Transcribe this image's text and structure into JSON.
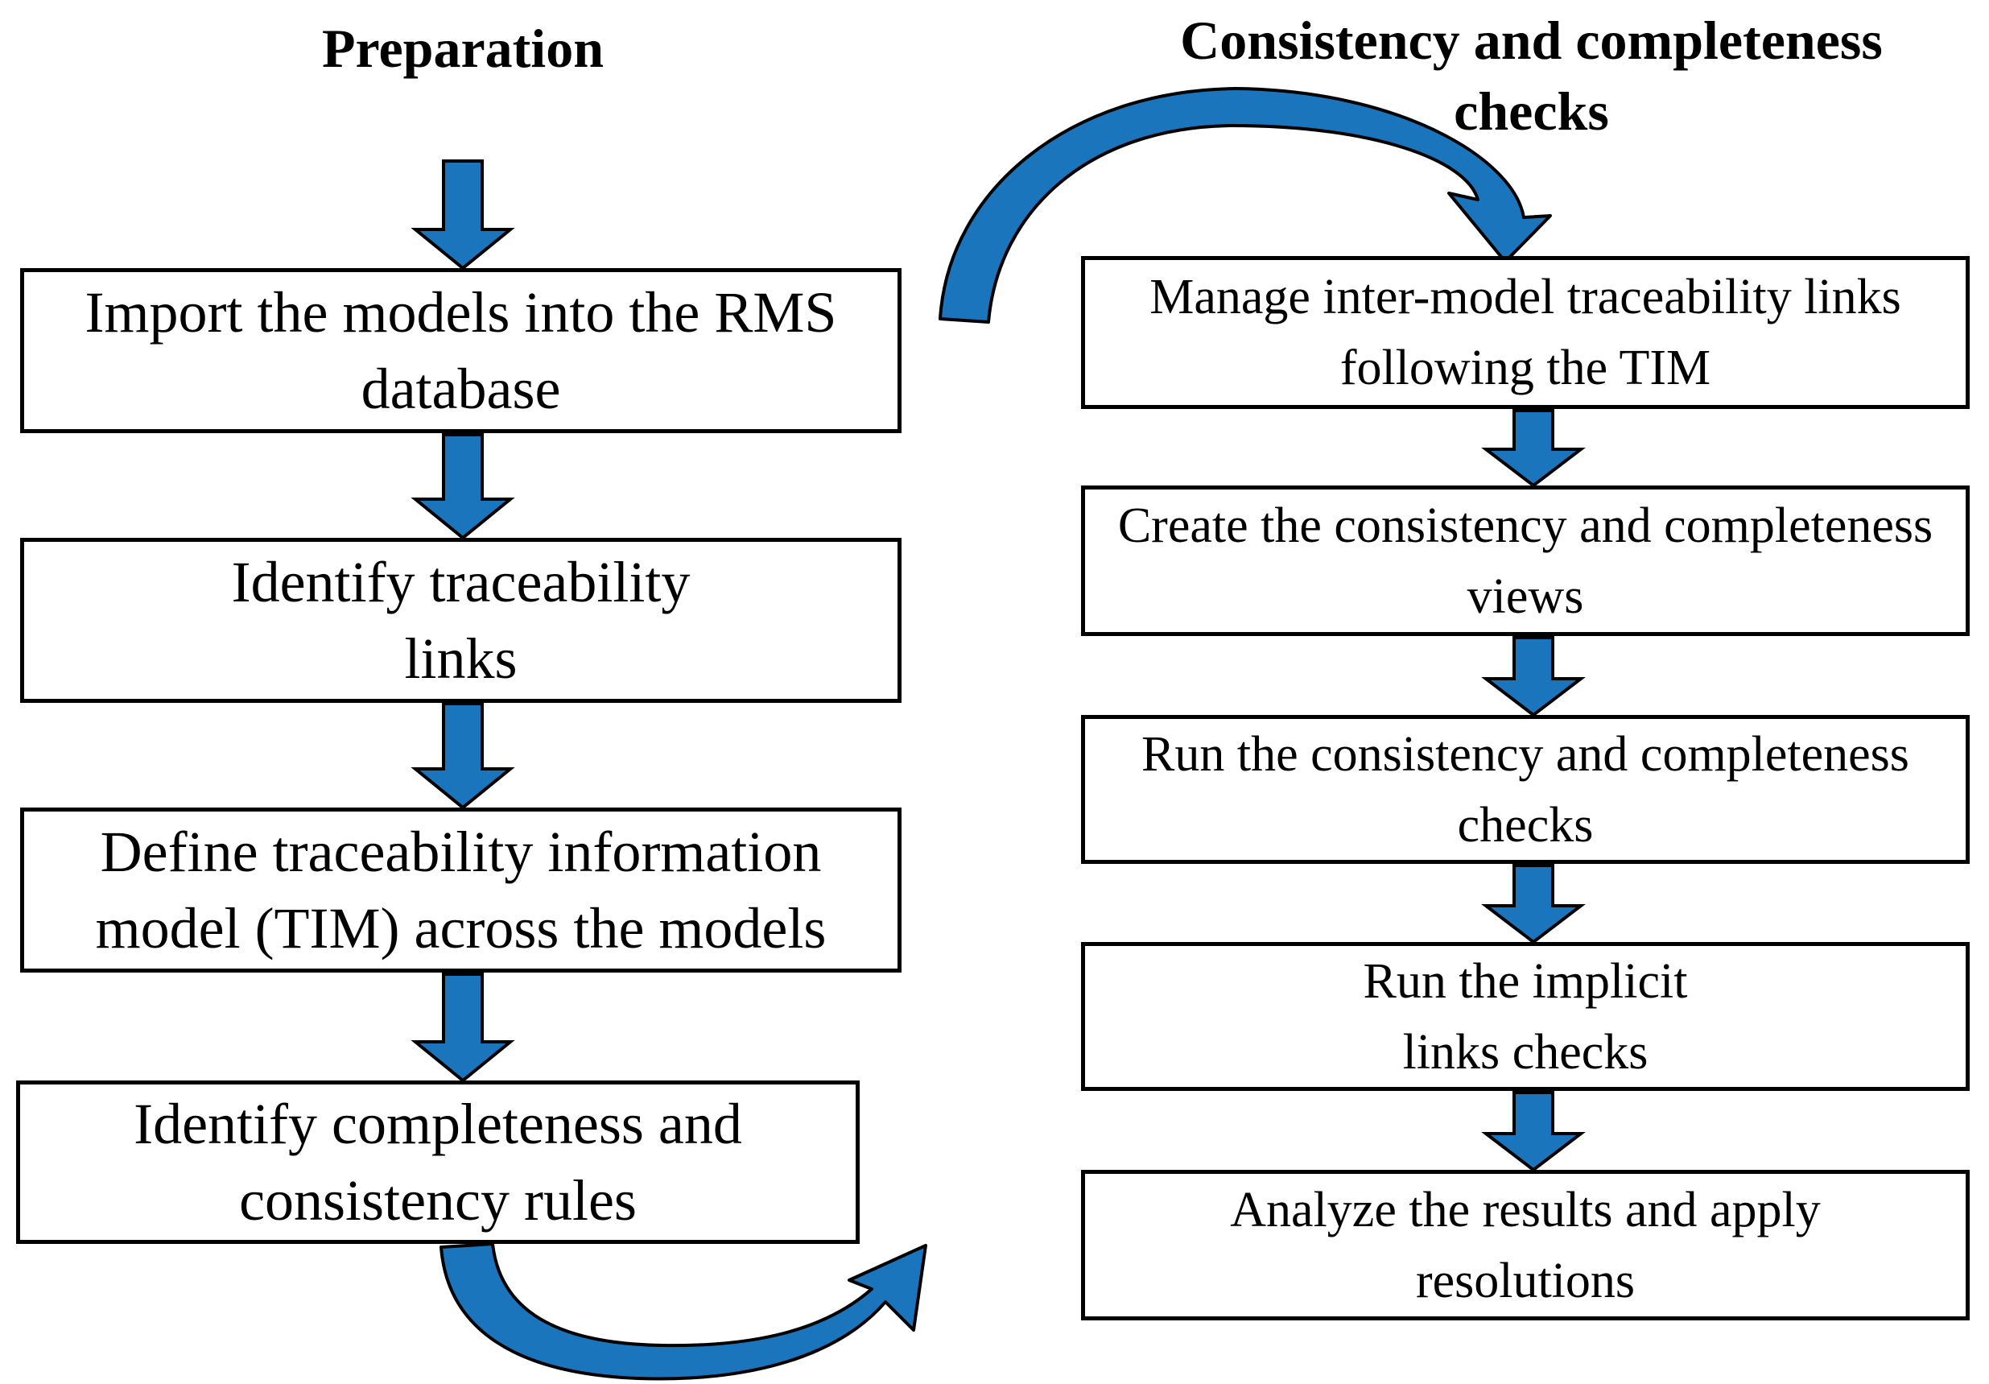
{
  "colors": {
    "arrow_blue": "#1B75BC",
    "outline": "#000000",
    "box_border": "#000000",
    "background": "#FFFFFF"
  },
  "left_column": {
    "title": "Preparation",
    "boxes": [
      {
        "lines": [
          "Import the models into the RMS",
          "database"
        ]
      },
      {
        "lines": [
          "Identify traceability",
          "links"
        ]
      },
      {
        "lines": [
          "Define traceability information",
          "model (TIM) across the models"
        ]
      },
      {
        "lines": [
          "Identify completeness and",
          "consistency rules"
        ]
      }
    ]
  },
  "right_column": {
    "title_lines": [
      "Consistency and completeness",
      "checks"
    ],
    "boxes": [
      {
        "lines": [
          "Manage inter-model traceability links",
          "following the TIM"
        ]
      },
      {
        "lines": [
          "Create the consistency and completeness",
          "views"
        ]
      },
      {
        "lines": [
          "Run the consistency and completeness",
          "checks"
        ]
      },
      {
        "lines": [
          "Run the implicit",
          "links checks"
        ]
      },
      {
        "lines": [
          "Analyze the results and apply",
          "resolutions"
        ]
      }
    ]
  }
}
